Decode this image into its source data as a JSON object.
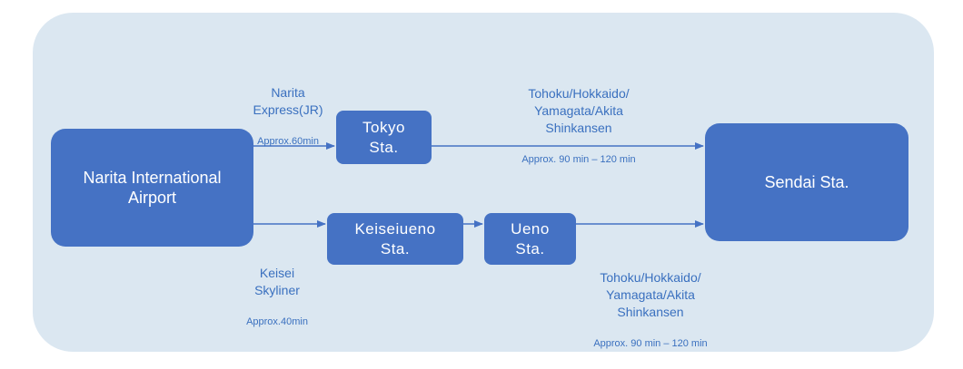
{
  "colors": {
    "panel_background": "#dbe7f1",
    "node_fill": "#4572c4",
    "node_text": "#ffffff",
    "arrow": "#4572c4",
    "label_text": "#3a70bf"
  },
  "nodes": {
    "narita": {
      "label": "Narita International\nAirport"
    },
    "tokyo": {
      "label": "Tokyo\nSta."
    },
    "keiseiueno": {
      "label": "Keiseiueno\nSta."
    },
    "ueno": {
      "label": "Ueno\nSta."
    },
    "sendai": {
      "label": "Sendai Sta."
    }
  },
  "routes": {
    "narita_express": {
      "name": "Narita\nExpress(JR)",
      "time": "Approx.60min"
    },
    "shinkansen_top": {
      "name": "Tohoku/Hokkaido/\nYamagata/Akita\nShinkansen",
      "time": "Approx. 90 min – 120 min"
    },
    "keisei_skyliner": {
      "name": "Keisei\nSkyliner",
      "time": "Approx.40min"
    },
    "shinkansen_bottom": {
      "name": "Tohoku/Hokkaido/\nYamagata/Akita\nShinkansen",
      "time": "Approx. 90 min – 120 min"
    }
  }
}
